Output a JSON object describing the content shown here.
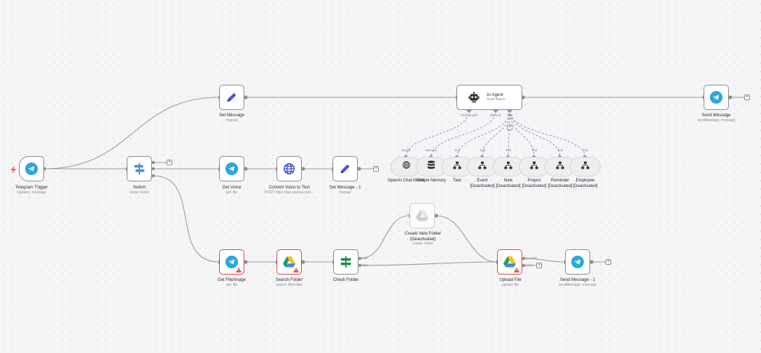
{
  "colors": {
    "telegram": "#2aa7de",
    "edit": "#4c52e5",
    "switch": "#4a90d9",
    "if": "#1e8a49",
    "globe": "#3b4cc0",
    "warning": "#e0433b",
    "connection": "#9a9a9f",
    "ai_connection": "#8f92bd"
  },
  "nodes": {
    "telegram_trigger": {
      "title": "Telegram Trigger",
      "subtitle": "Updates: message",
      "icon": "telegram-icon"
    },
    "switch": {
      "title": "Switch",
      "subtitle": "mode: Rules",
      "icon": "switch-icon"
    },
    "set_message": {
      "title": "Set Message",
      "subtitle": "manual",
      "icon": "pencil-icon"
    },
    "get_voice": {
      "title": "Get Voice",
      "subtitle": "get: file",
      "icon": "telegram-icon"
    },
    "convert_voice": {
      "title": "Convert Voice to Text",
      "subtitle": "POST: https://api.openai.com/...",
      "icon": "globe-icon"
    },
    "set_message_1": {
      "title": "Set Message - 1",
      "subtitle": "manual",
      "icon": "pencil-icon"
    },
    "ai_agent": {
      "title": "AI Agent",
      "subtitle": "Tools Agent",
      "icon": "robot-icon"
    },
    "send_message": {
      "title": "Send Message",
      "subtitle": "sendMessage: message",
      "icon": "telegram-icon"
    },
    "get_file_image": {
      "title": "Get File/Image",
      "subtitle": "get: file",
      "icon": "telegram-icon"
    },
    "search_folder": {
      "title": "Search Folder",
      "subtitle": "search: fileFolder",
      "icon": "google-drive-icon"
    },
    "check_folder": {
      "title": "Check Folder",
      "subtitle": "",
      "icon": "if-icon"
    },
    "create_folder": {
      "title": "Create New Folder",
      "title2": "(Deactivated)",
      "subtitle": "create: folder",
      "icon": "google-drive-icon"
    },
    "upload_file": {
      "title": "Upload File",
      "subtitle": "upload: file",
      "icon": "google-drive-icon"
    },
    "send_message_1": {
      "title": "Send Message - 1",
      "subtitle": "sendMessage: message",
      "icon": "telegram-icon"
    }
  },
  "agent_ports": {
    "chat_model": "Chat Model*",
    "memory": "Memory",
    "tool": "Tool"
  },
  "check_ports": {
    "true": "true",
    "false": "false"
  },
  "upload_ports": {
    "success": "success",
    "error": "error"
  },
  "sub_nodes": [
    {
      "type": "Model",
      "title": "OpenAI Chat Model",
      "title2": "",
      "icon": "openai-icon"
    },
    {
      "type": "Memory",
      "title": "Simple Memory",
      "title2": "",
      "icon": "database-icon"
    },
    {
      "type": "Tool",
      "title": "Task",
      "title2": "",
      "icon": "workflow-icon"
    },
    {
      "type": "Tool",
      "title": "Event",
      "title2": "[Deactivated]",
      "icon": "workflow-icon"
    },
    {
      "type": "Tool",
      "title": "Note",
      "title2": "[Deactivated]",
      "icon": "workflow-icon"
    },
    {
      "type": "Tool",
      "title": "Project",
      "title2": "[Deactivated]",
      "icon": "workflow-icon"
    },
    {
      "type": "Tool",
      "title": "Reminder",
      "title2": "[Deactivated]",
      "icon": "workflow-icon"
    },
    {
      "type": "Tool",
      "title": "Employee",
      "title2": "[Deactivated]",
      "icon": "workflow-icon"
    }
  ]
}
